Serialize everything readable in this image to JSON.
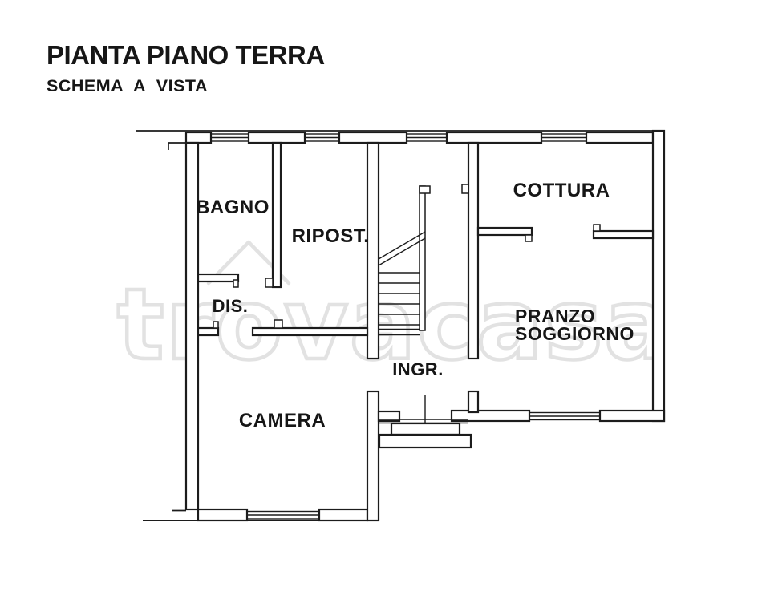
{
  "header": {
    "title": "PIANTA PIANO TERRA",
    "subtitle": "SCHEMA A VISTA"
  },
  "watermark": {
    "text": "trovacasa"
  },
  "rooms": {
    "bagno": {
      "label": "BAGNO"
    },
    "ripost": {
      "label": "RIPOST."
    },
    "dis": {
      "label": "DIS."
    },
    "camera": {
      "label": "CAMERA"
    },
    "ingr": {
      "label": "INGR."
    },
    "cottura": {
      "label": "COTTURA"
    },
    "pranzo": {
      "label": "PRANZO",
      "label2": "SOGGIORNO"
    }
  },
  "colors": {
    "wall": "#1c1c1c",
    "watermark": "#e2e2e2",
    "background": "#ffffff",
    "text": "#161616"
  }
}
